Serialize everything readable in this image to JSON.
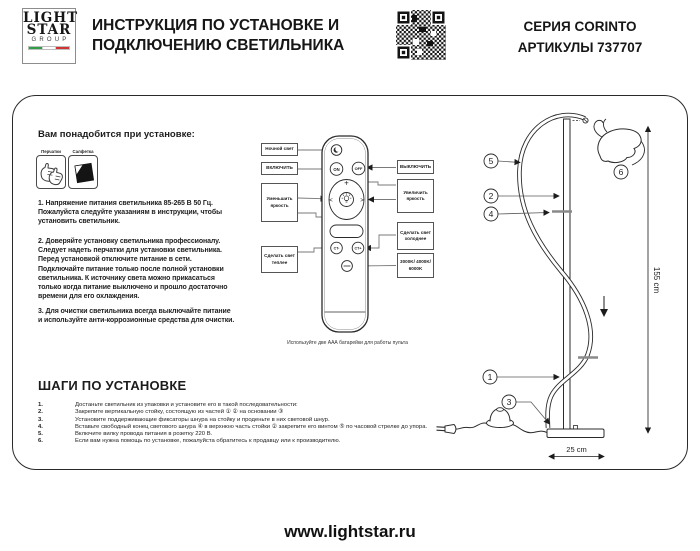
{
  "header": {
    "logo_line1": "LIGHT",
    "logo_line2": "STAR",
    "logo_line3": "GROUP",
    "title_line1": "ИНСТРУКЦИЯ ПО УСТАНОВКЕ И",
    "title_line2": "ПОДКЛЮЧЕНИЮ СВЕТИЛЬНИКА",
    "series": "СЕРИЯ CORINTO",
    "articles": "АРТИКУЛЫ 737707"
  },
  "needs": {
    "title": "Вам понадобится при установке:",
    "tool1": "Перчатки",
    "tool2": "Салфетка"
  },
  "safety": {
    "p1": "1. Напряжение питания светильника 85-265 В 50 Гц. Пожалуйста следуйте указаниям в инструкции, чтобы установить светильник.",
    "p2": "2. Доверяйте установку светильника профессионалу. Следует надеть перчатки для установки светильника. Перед установкой отключите питание в сети. Подключайте питание только после полной установки светильника. К источнику света можно прикасаться только когда питание выключено и прошло достаточно времени для его охлаждения.",
    "p3": "3. Для очистки светильника всегда выключайте питание и используйте анти-коррозионные средства для очистки."
  },
  "remote": {
    "night_label": "Ночной свет",
    "on_label": "ВКЛЮЧИТЬ",
    "dim_label": "Уменьшить яркость",
    "warm_label": "Сделать свет теплее",
    "off_label": "ВЫКЛЮЧИТЬ",
    "bright_label": "Увеличить яркость",
    "cold_label": "Сделать свет холоднее",
    "kelvin_label": "3000K/ 4000K/ 6000K",
    "btn_on": "ON",
    "btn_off": "OFF",
    "btn_ct_minus": "CT-",
    "btn_ct_plus": "CT+",
    "plus": "+",
    "minus": "–",
    "arrow_left": "<",
    "arrow_right": ">",
    "battery_note": "Используйте две ААА батарейки для работы пульта"
  },
  "steps": {
    "title": "ШАГИ ПО УСТАНОВКЕ",
    "items": [
      {
        "num": "1.",
        "text": "Достаньте светильник из упаковки и установите его в такой последовательности:"
      },
      {
        "num": "2.",
        "text": "Закрепите вертикальную стойку, состоящую из частей ①  ②  на основании ③"
      },
      {
        "num": "3.",
        "text": "Установите поддерживающие фиксаторы шнура на стойку и проденьте в них световой шнур."
      },
      {
        "num": "4.",
        "text": "Вставьте свободный конец светового шнура ④ в верхнюю часть стойки ②  закрепите его винтом ⑤ по часовой стрелке до упора."
      },
      {
        "num": "5.",
        "text": "Включите вилку провода питания в розетку 220 В."
      },
      {
        "num": "6.",
        "text": "Если вам нужна помощь по установке, пожалуйста обратитесь к продавцу или к производителю."
      }
    ]
  },
  "lamp": {
    "n1": "1",
    "n2": "2",
    "n3": "3",
    "n4": "4",
    "n5": "5",
    "n6": "6",
    "height_label": "155 cm",
    "width_label": "25 cm"
  },
  "footer": {
    "site": "www.lightstar.ru"
  }
}
